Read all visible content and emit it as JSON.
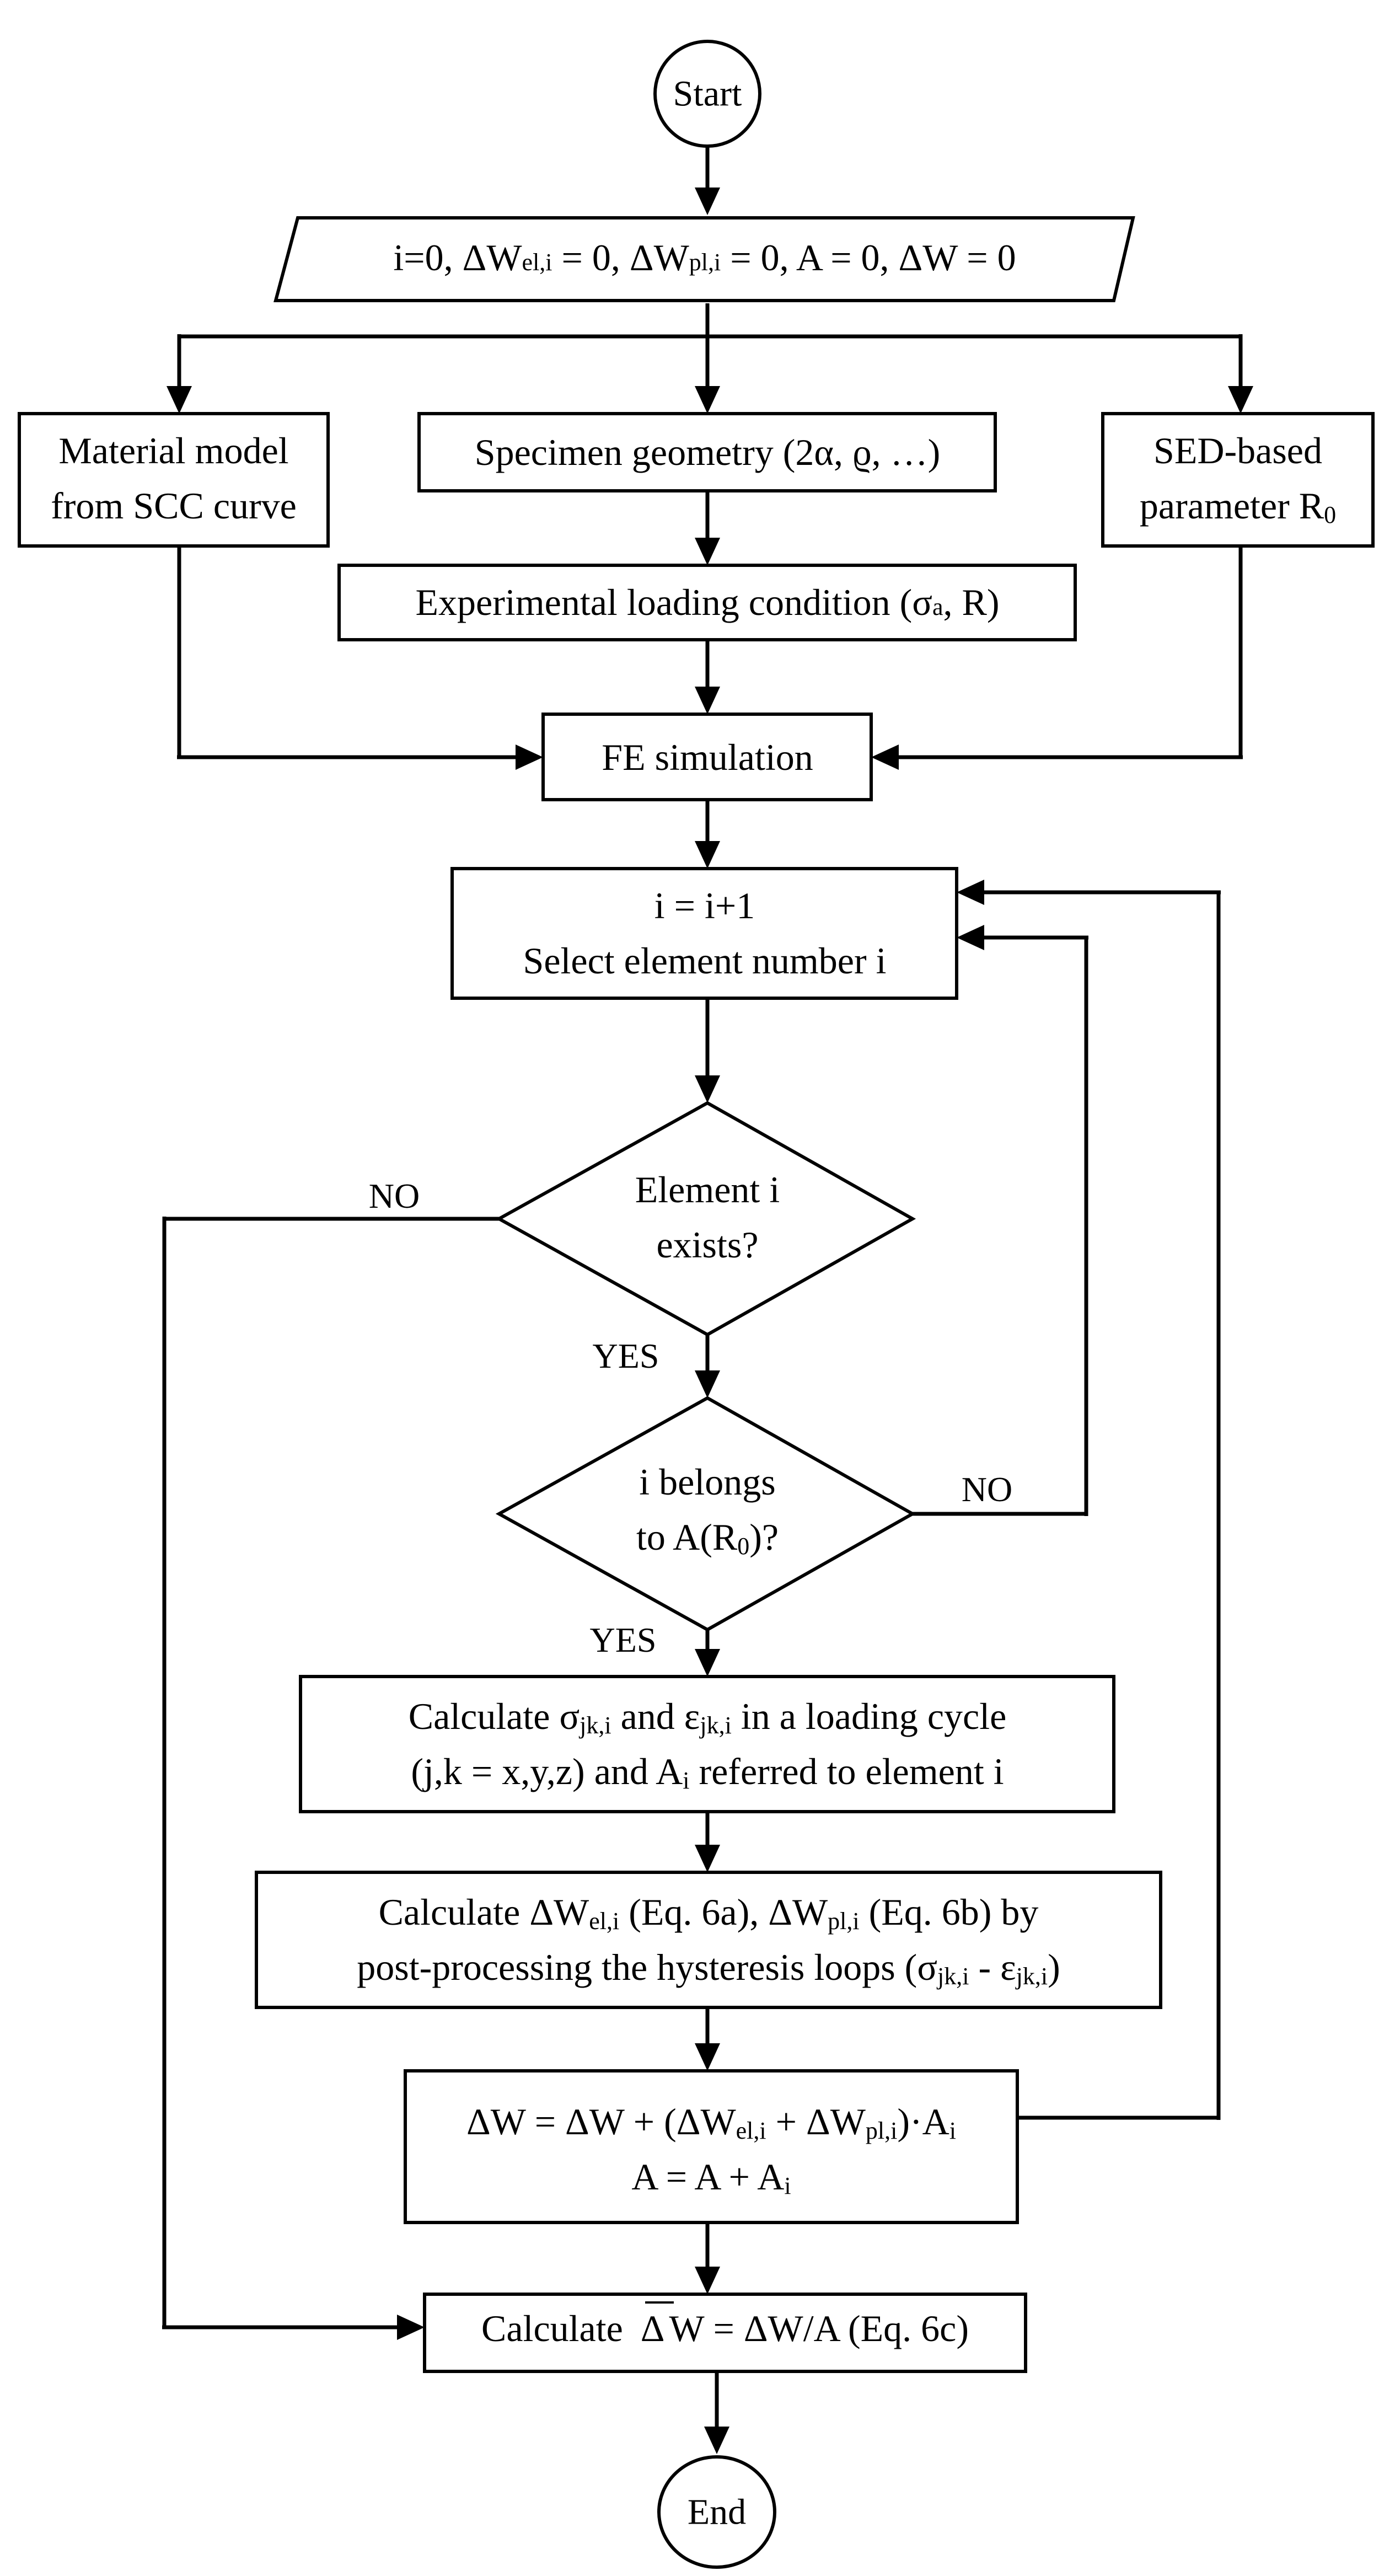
{
  "nodes": {
    "start": "Start",
    "init": {
      "p1": "i=0, ΔW",
      "s1": "el,i",
      "p2": " = 0, ΔW",
      "s2": "pl,i",
      "p3": " = 0, A = 0, ΔW = 0"
    },
    "material": {
      "line1": "Material model",
      "line2": "from SCC curve"
    },
    "geometry": {
      "line1": "Specimen geometry (2α, ϱ, …)"
    },
    "sed": {
      "line1": "SED-based",
      "line2a": "parameter R",
      "line2b": "0"
    },
    "loading": {
      "p1": "Experimental loading condition (σ",
      "s1": "a",
      "p2": ", R)"
    },
    "fe": "FE simulation",
    "select": {
      "line1": "i = i+1",
      "line2": "Select element number i"
    },
    "exists": {
      "line1": "Element i",
      "line2": "exists?"
    },
    "belongs": {
      "line1": "i belongs",
      "line2a": "to A(R",
      "line2b": "0",
      "line2c": ")?"
    },
    "calc_stress": {
      "l1p1": "Calculate σ",
      "l1s1": "jk,i",
      "l1p2": " and ε",
      "l1s2": "jk,i",
      "l1p3": " in a loading cycle",
      "l2p1": "(j,k = x,y,z) and A",
      "l2s1": "i",
      "l2p2": " referred to element i"
    },
    "calc_energy": {
      "l1p1": "Calculate ΔW",
      "l1s1": "el,i",
      "l1p2": " (Eq. 6a), ΔW",
      "l1s2": "pl,i",
      "l1p3": " (Eq. 6b) by",
      "l2p1": "post-processing the hysteresis loops (σ",
      "l2s1": "jk,i",
      "l2p2": " - ε",
      "l2s2": "jk,i",
      "l2p3": ")"
    },
    "accumulate": {
      "l1p1": "ΔW = ΔW + (ΔW",
      "l1s1": "el,i",
      "l1p2": " + ΔW",
      "l1s2": "pl,i",
      "l1p3": ")·A",
      "l1s3": "i",
      "l2p1": "A = A + A",
      "l2s1": "i"
    },
    "final": {
      "pre": "Calculate",
      "delta": "Δ",
      "wbar": "W",
      "post": " = ΔW/A (Eq. 6c)"
    },
    "end": "End"
  },
  "labels": {
    "exists_no": "NO",
    "exists_yes": "YES",
    "belongs_no": "NO",
    "belongs_yes": "YES"
  }
}
